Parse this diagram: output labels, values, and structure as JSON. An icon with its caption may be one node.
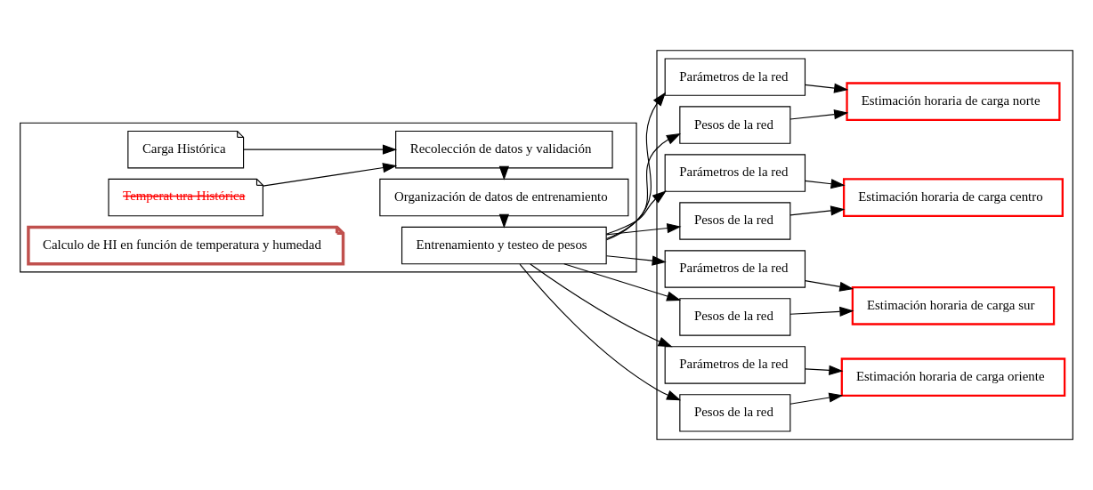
{
  "diagram": {
    "nodes": [
      {
        "text": [],
        "shape": "box"
      },
      {
        "text": [
          "Carga Histórica"
        ],
        "in": 0
      },
      {
        "text": [
          "Temperat ura Histórica"
        ],
        "in": 0
      },
      {
        "text": [
          "Calculo de HI en función de temperatura y humedad"
        ],
        "in": 0
      },
      {
        "text": [
          "Recolección de datos y validación"
        ],
        "in": 0
      },
      {
        "text": [
          "Organización de datos de entrenamiento"
        ],
        "in": 0
      },
      {
        "text": [
          "Entrenamiento y testeo de pesos"
        ],
        "in": 0
      },
      {
        "text": [],
        "shape": "box"
      },
      {
        "text": [
          "Parámetros de la red"
        ],
        "in": 7
      },
      {
        "text": [
          "Pesos de la red"
        ],
        "in": 7
      },
      {
        "text": [
          "Estimación horaria de carga norte"
        ],
        "in": 7
      },
      {
        "text": [
          "Parámetros de la red"
        ],
        "in": 7
      },
      {
        "text": [
          "Pesos de la red"
        ],
        "in": 7
      },
      {
        "text": [
          "Estimación horaria de carga centro"
        ],
        "in": 7
      },
      {
        "text": [
          "Parámetros de la red"
        ],
        "in": 7
      },
      {
        "text": [
          "Pesos de la red"
        ],
        "in": 7
      },
      {
        "text": [
          "Estimación horaria de carga sur"
        ],
        "in": 7
      },
      {
        "text": [
          "Parámetros de la red"
        ],
        "in": 7
      },
      {
        "text": [
          "Pesos de la red"
        ],
        "in": 7
      },
      {
        "text": [
          "Estimación horaria de carga oriente"
        ],
        "in": 7
      }
    ],
    "edges": [
      {
        "from": 1,
        "to": 4,
        "arrow": "to"
      },
      {
        "from": 2,
        "to": 4,
        "arrow": "to"
      },
      {
        "from": 4,
        "to": 5,
        "arrow": "to"
      },
      {
        "from": 5,
        "to": 6,
        "arrow": "to"
      },
      {
        "from": 6,
        "to": 8,
        "arrow": "to"
      },
      {
        "from": 6,
        "to": 9,
        "arrow": "to"
      },
      {
        "from": 6,
        "to": 11,
        "arrow": "to"
      },
      {
        "from": 6,
        "to": 12,
        "arrow": "to"
      },
      {
        "from": 6,
        "to": 14,
        "arrow": "to"
      },
      {
        "from": 6,
        "to": 15,
        "arrow": "to"
      },
      {
        "from": 6,
        "to": 17,
        "arrow": "to"
      },
      {
        "from": 6,
        "to": 18,
        "arrow": "to"
      },
      {
        "from": 8,
        "to": 10,
        "arrow": "to"
      },
      {
        "from": 9,
        "to": 10,
        "arrow": "to"
      },
      {
        "from": 11,
        "to": 13,
        "arrow": "to"
      },
      {
        "from": 12,
        "to": 13,
        "arrow": "to"
      },
      {
        "from": 14,
        "to": 16,
        "arrow": "to"
      },
      {
        "from": 15,
        "to": 16,
        "arrow": "to"
      },
      {
        "from": 17,
        "to": 19,
        "arrow": "to"
      },
      {
        "from": 18,
        "to": 19,
        "arrow": "to"
      }
    ]
  }
}
